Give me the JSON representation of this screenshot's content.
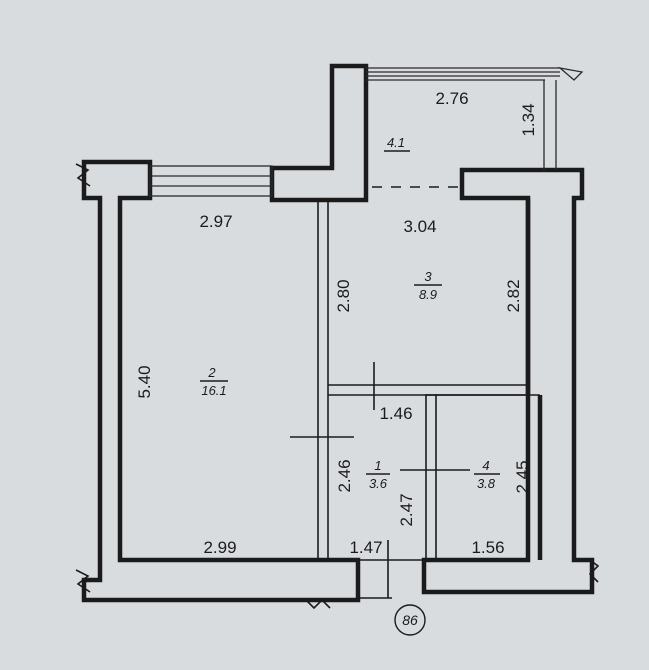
{
  "rooms": [
    {
      "number": "4.1",
      "area": ""
    },
    {
      "number": "3",
      "area": "8.9"
    },
    {
      "number": "2",
      "area": "16.1"
    },
    {
      "number": "1",
      "area": "3.6"
    },
    {
      "number": "4",
      "area": "3.8"
    }
  ],
  "dimensions": {
    "balcony_width": "2.76",
    "balcony_depth": "1.34",
    "room2_top": "2.97",
    "room3_top": "3.04",
    "room3_left": "2.80",
    "room3_right": "2.82",
    "room2_left": "5.40",
    "hall_top": "1.46",
    "hall_left": "2.46",
    "hall_right": "2.47",
    "bath_right": "2.45",
    "room2_bottom": "2.99",
    "hall_bottom": "1.47",
    "bath_bottom": "1.56"
  },
  "axis_marker": "86"
}
